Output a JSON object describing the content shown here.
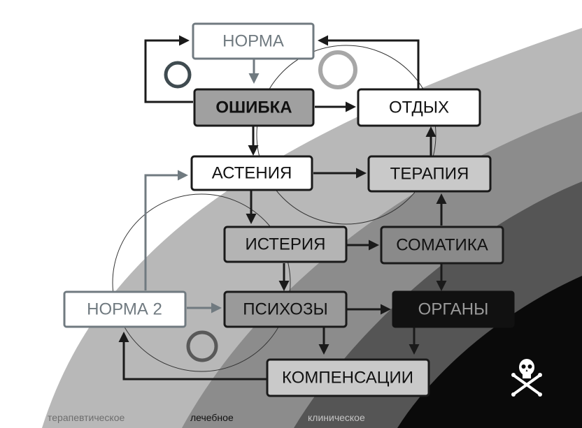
{
  "diagram": {
    "nodes": {
      "norma": "НОРМА",
      "oshibka": "ОШИБКА",
      "otdyh": "ОТДЫХ",
      "astenia": "АСТЕНИЯ",
      "terapia": "ТЕРАПИЯ",
      "isteria": "ИСТЕРИЯ",
      "somatika": "СОМАТИКА",
      "norma2": "НОРМА 2",
      "psihozy": "ПСИХОЗЫ",
      "organy": "ОРГАНЫ",
      "kompensacii": "КОМПЕНСАЦИИ"
    },
    "zones": {
      "therapeutic": "терапевтическое",
      "curative": "лечебное",
      "clinical": "клиническое"
    },
    "icons": {
      "death": "skull-crossbones-icon"
    },
    "colors": {
      "band_light": "#b8b8b8",
      "band_mid": "#8c8c8c",
      "band_dark": "#555555",
      "band_black": "#0a0a0a",
      "node_white": "#ffffff",
      "node_light": "#c9c9c9",
      "node_mid": "#a0a0a0",
      "node_dark": "#6a6a6a",
      "node_black": "#111111",
      "line_dark": "#1a1a1a",
      "line_gray": "#707a80"
    }
  }
}
